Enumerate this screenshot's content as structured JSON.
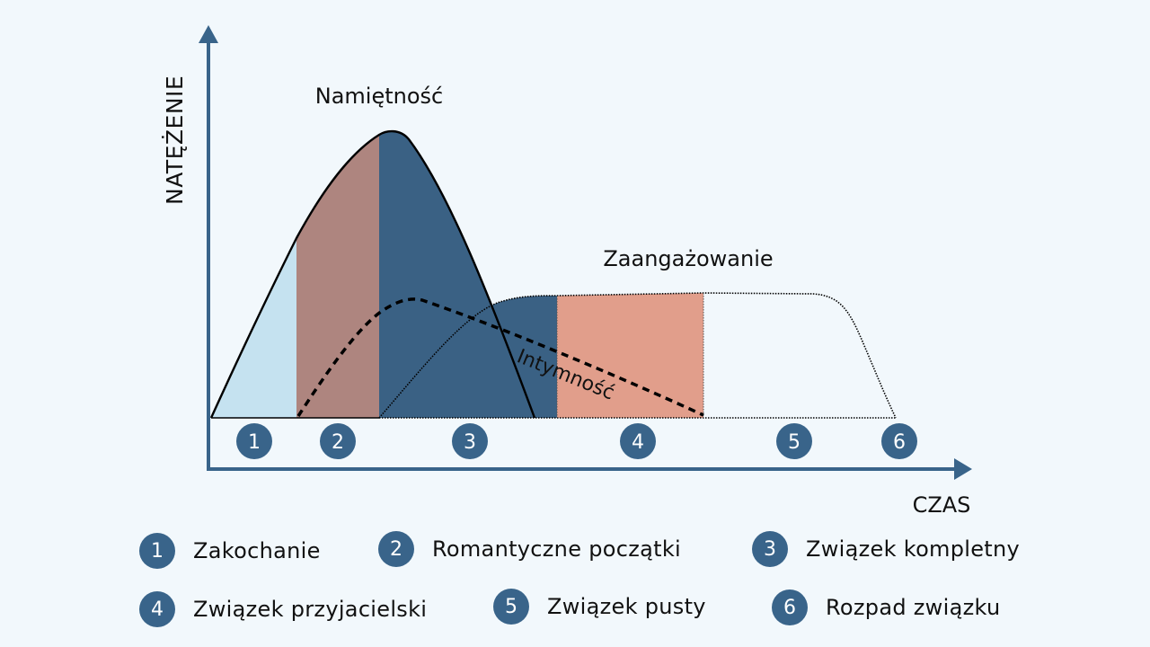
{
  "colors": {
    "background": "#f2f8fc",
    "axis": "#39648a",
    "zakochanie_fill": "#c5e2f0",
    "romantic_fill": "#ae857f",
    "complete_fill": "#3a6184",
    "friendship_fill": "#e19e8b",
    "badge": "#39648a",
    "curve_stroke": "#000000"
  },
  "axes": {
    "y_label": "NATĘŻENIE",
    "x_label": "CZAS"
  },
  "curves": {
    "passion_label": "Namiętność",
    "commitment_label": "Zaangażowanie",
    "intimacy_label": "Intymność"
  },
  "stage_markers": [
    {
      "number": "1"
    },
    {
      "number": "2"
    },
    {
      "number": "3"
    },
    {
      "number": "4"
    },
    {
      "number": "5"
    },
    {
      "number": "6"
    }
  ],
  "legend": [
    {
      "number": "1",
      "label": "Zakochanie"
    },
    {
      "number": "2",
      "label": "Romantyczne początki"
    },
    {
      "number": "3",
      "label": "Związek kompletny"
    },
    {
      "number": "4",
      "label": "Związek przyjacielski"
    },
    {
      "number": "5",
      "label": "Związek pusty"
    },
    {
      "number": "6",
      "label": "Rozpad związku"
    }
  ]
}
